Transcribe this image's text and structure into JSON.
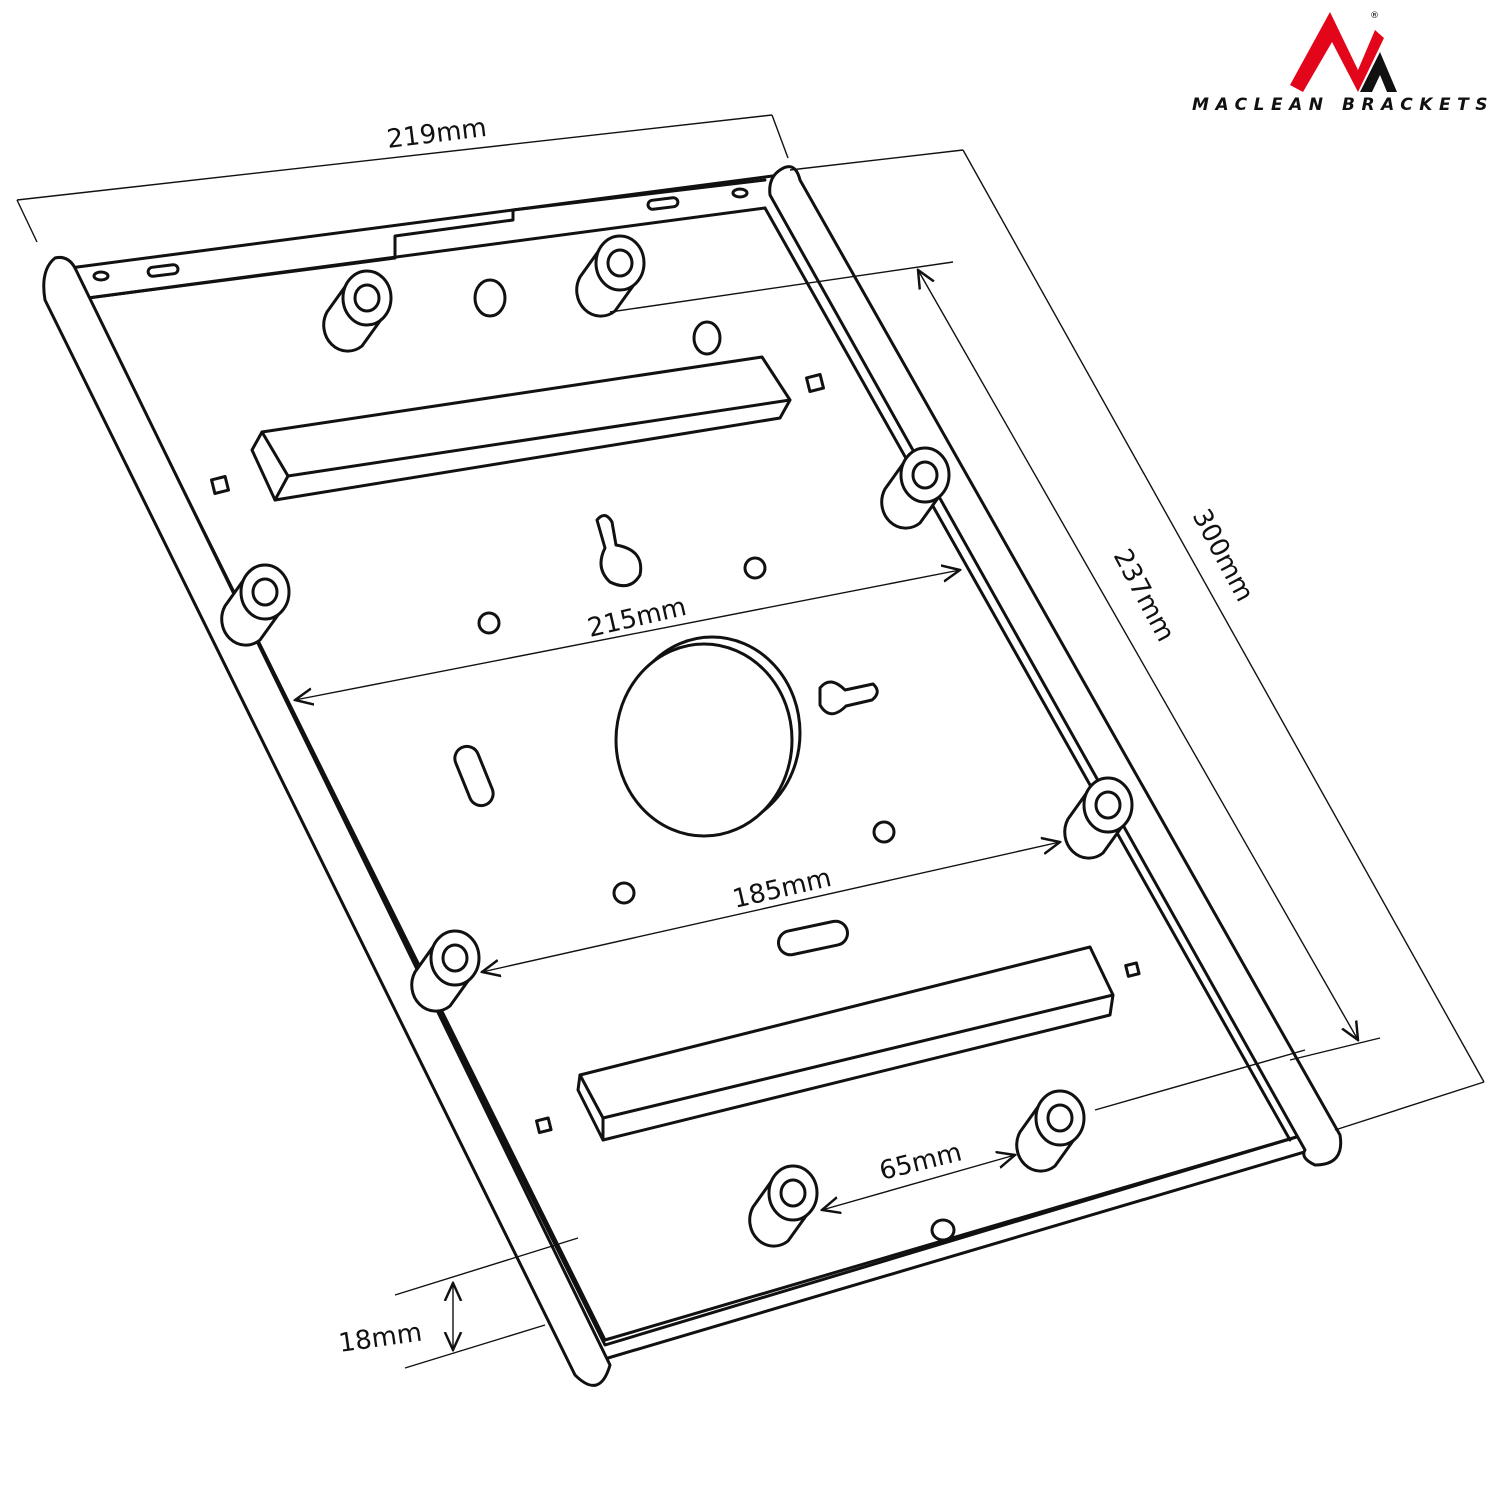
{
  "brand": {
    "name": "MACLEAN BRACKETS",
    "registered": "®",
    "colors": {
      "red": "#e3061b",
      "black": "#111111"
    }
  },
  "dimensions": {
    "width_outer": "219mm",
    "length_outer": "300mm",
    "length_mount": "237mm",
    "width_mount_top": "215mm",
    "width_mount_bottom": "185mm",
    "pin_spacing": "65mm",
    "rail_height": "18mm"
  }
}
